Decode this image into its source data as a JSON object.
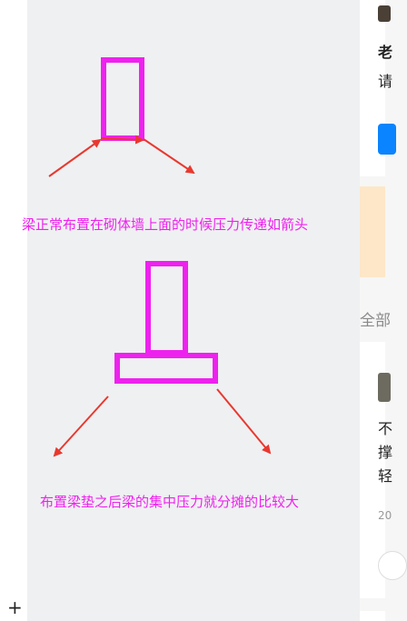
{
  "figure": {
    "caption_top": "梁正常布置在砌体墙上面的时候压力传递如箭头",
    "caption_bottom": "布置梁垫之后梁的集中压力就分摊的比较大",
    "colors": {
      "shape": "#ee22ee",
      "arrow": "#e8392f",
      "caption": "#ee22ee"
    }
  },
  "sidebar": {
    "add_label": "+"
  },
  "right_panel": {
    "card1_title_char": "老",
    "card1_text_char": "请",
    "section_label": "全部",
    "card2_lines": [
      "不",
      "撑",
      "轻"
    ],
    "card2_meta": "20"
  }
}
